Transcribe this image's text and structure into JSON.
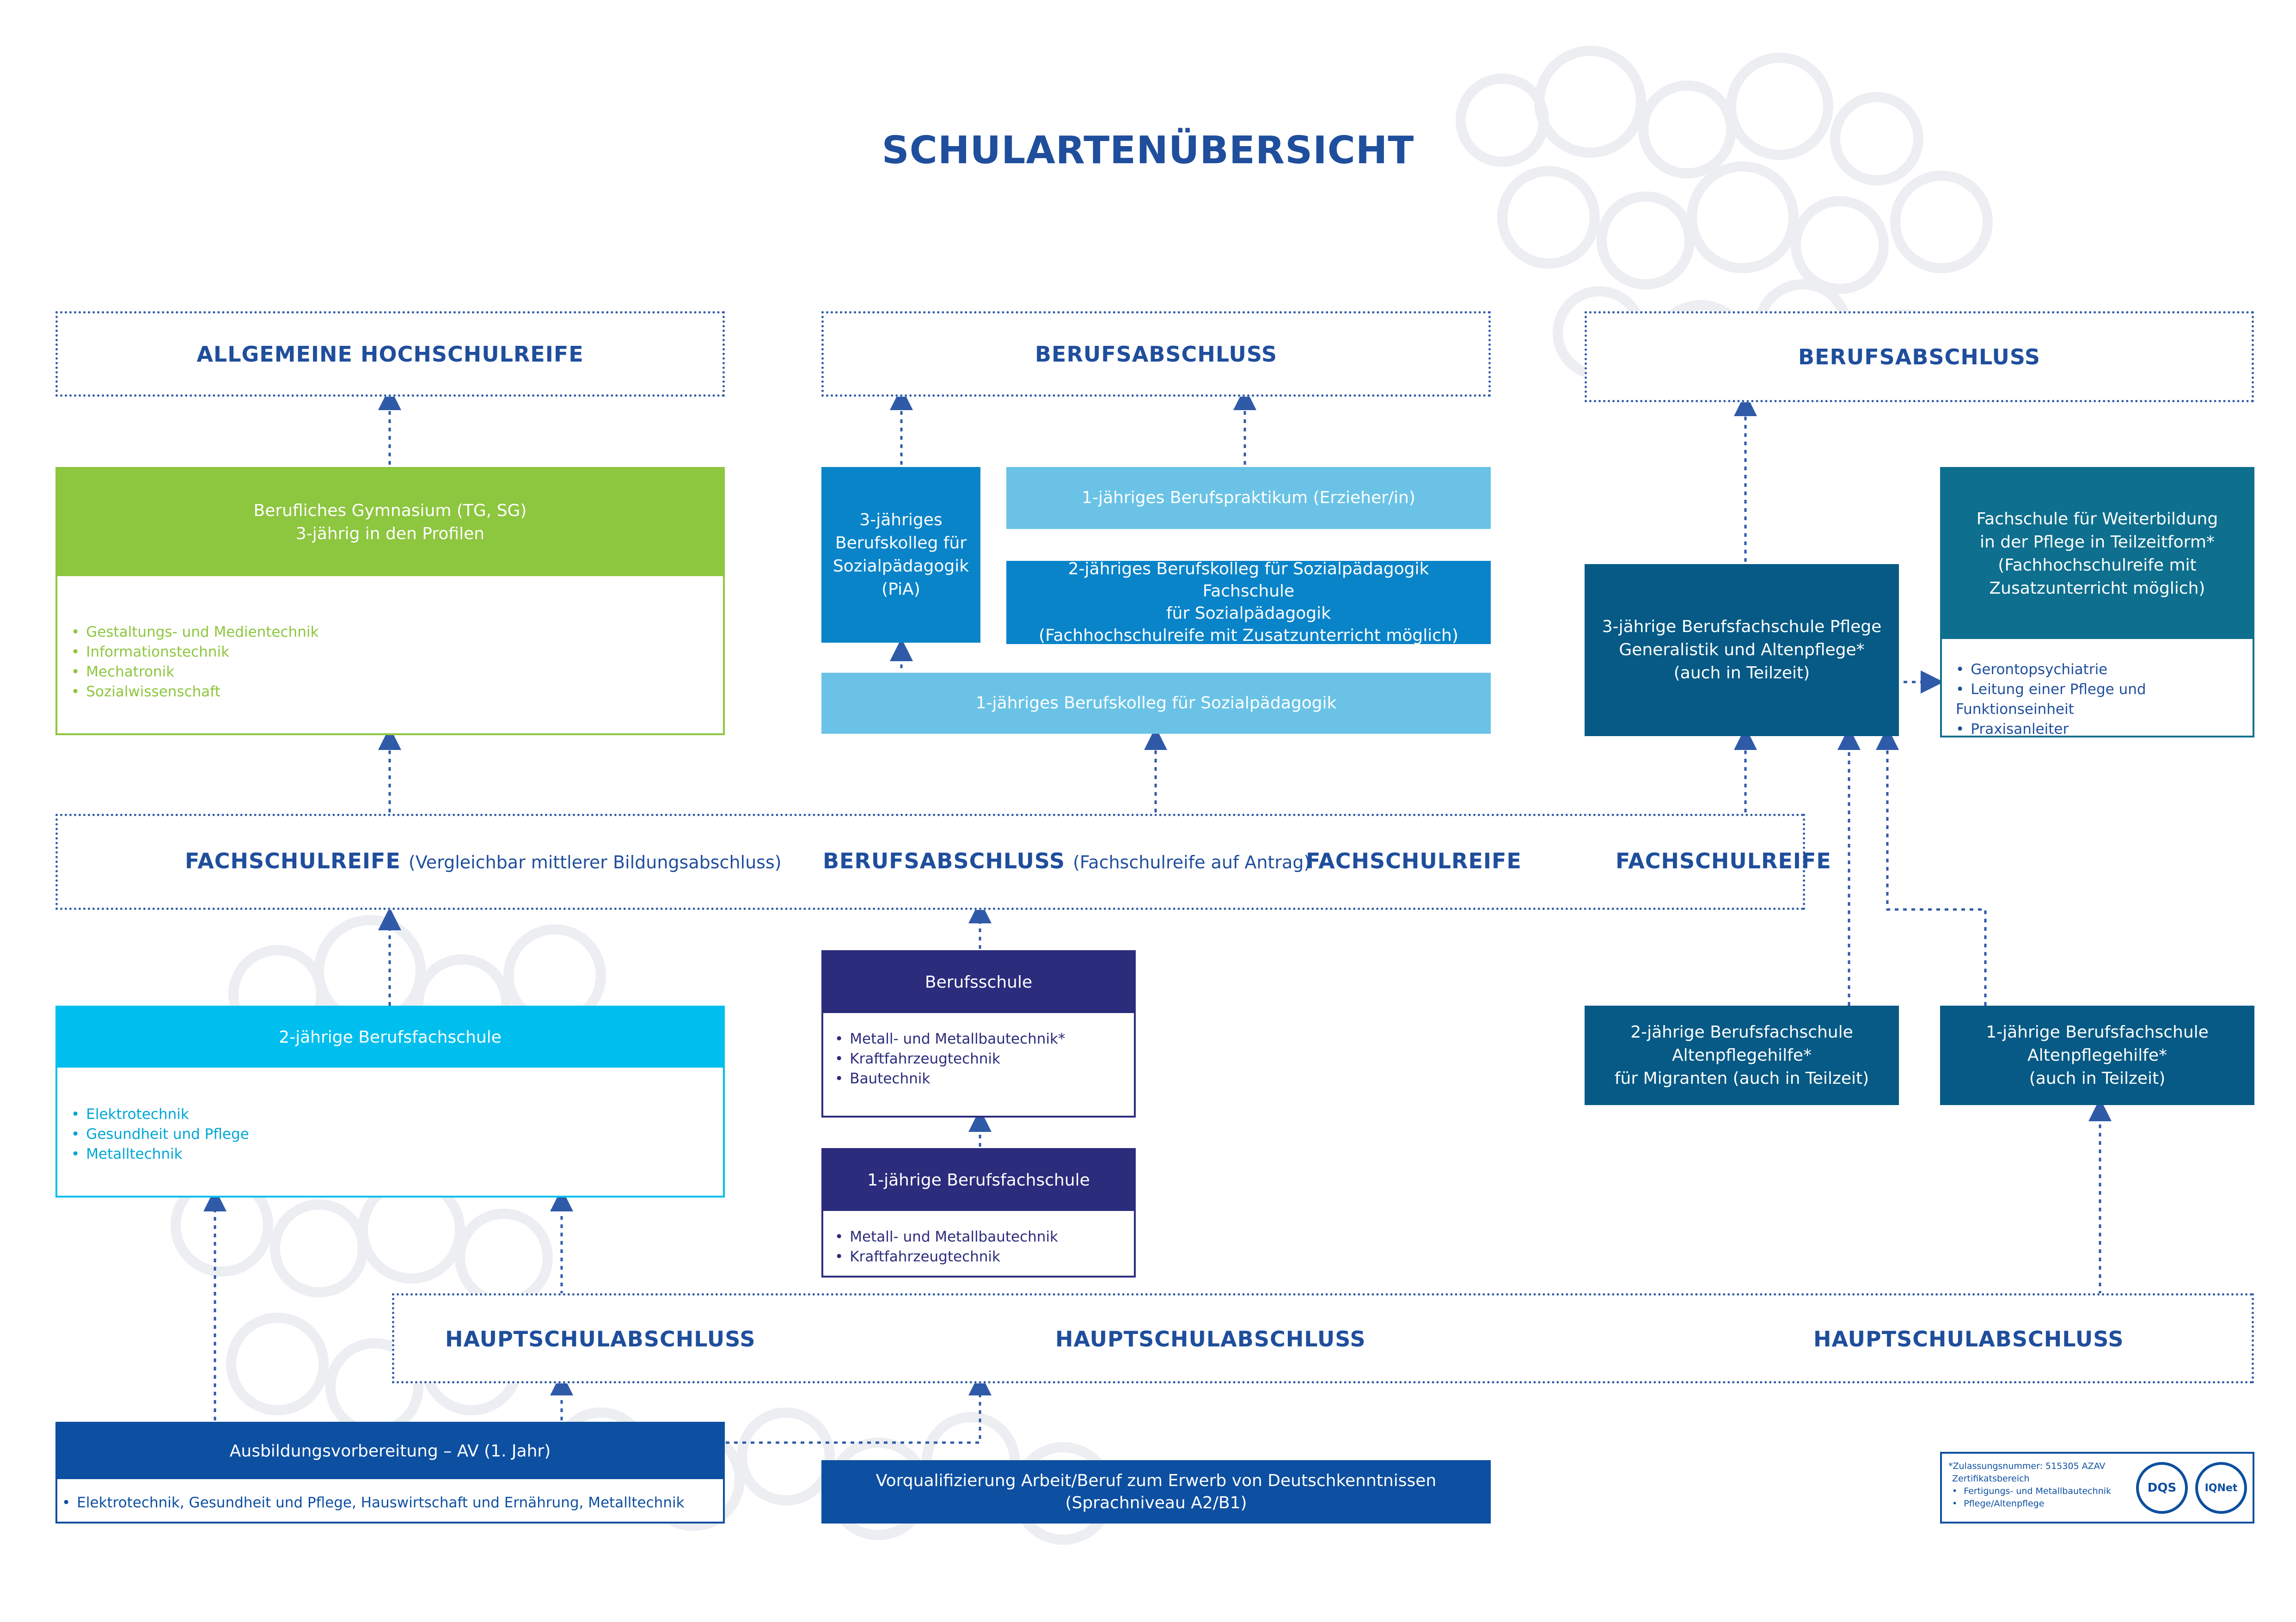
{
  "title": "SCHULARTENÜBERSICHT",
  "top_row": {
    "ahr": "ALLGEMEINE HOCHSCHULREIFE",
    "beruf_mid": "BERUFSABSCHLUSS",
    "beruf_right": "BERUFSABSCHLUSS"
  },
  "gymnasium": {
    "header": "Berufliches Gymnasium (TG, SG)\n3-jährig in den Profilen",
    "items": [
      "Gestaltungs- und Medientechnik",
      "Informationstechnik",
      "Mechatronik",
      "Sozialwissenschaft"
    ]
  },
  "pia": "3-jähriges\nBerufskolleg für\nSozialpädagogik\n(PiA)",
  "praktikum": "1-jähriges Berufspraktikum (Erzieher/in)",
  "bk2": "2-jähriges Berufskolleg für Sozialpädagogik Fachschule\nfür Sozialpädagogik\n(Fachhochschulreife mit Zusatzunterricht möglich)",
  "bk1": "1-jähriges Berufskolleg für Sozialpädagogik",
  "pflege3": "3-jährige Berufsfachschule Pflege\nGeneralistik und Altenpflege*\n(auch in Teilzeit)",
  "weiterbildung": {
    "header": "Fachschule für Weiterbildung\nin der Pflege in Teilzeitform*\n(Fachhochschulreife mit\nZusatzunterricht möglich)",
    "items": [
      "Gerontopsychiatrie",
      "Leitung einer Pflege und Funktionseinheit",
      "Praxisanleiter"
    ]
  },
  "middle_row": {
    "fsr1": "FACHSCHULREIFE",
    "fsr1_note": "(Vergleichbar mittlerer Bildungsabschluss)",
    "beruf": "BERUFSABSCHLUSS",
    "beruf_note": "(Fachschulreife auf Antrag)",
    "fsr2": "FACHSCHULREIFE",
    "fsr3": "FACHSCHULREIFE"
  },
  "bfs2": {
    "header": "2-jährige Berufsfachschule",
    "items": [
      "Elektrotechnik",
      "Gesundheit und Pflege",
      "Metalltechnik"
    ]
  },
  "berufsschule": {
    "header": "Berufsschule",
    "items": [
      "Metall- und Metallbautechnik*",
      "Kraftfahrzeugtechnik",
      "Bautechnik"
    ]
  },
  "bfs1": {
    "header": "1-jährige Berufsfachschule",
    "items": [
      "Metall- und Metallbautechnik",
      "Kraftfahrzeugtechnik"
    ]
  },
  "altenpflegehilfe2": "2-jährige Berufsfachschule\nAltenpflegehilfe*\nfür Migranten (auch in Teilzeit)",
  "altenpflegehilfe1": "1-jährige Berufsfachschule\nAltenpflegehilfe*\n(auch in Teilzeit)",
  "bottom_row": {
    "hsa1": "HAUPTSCHULABSCHLUSS",
    "hsa2": "HAUPTSCHULABSCHLUSS",
    "hsa3": "HAUPTSCHULABSCHLUSS"
  },
  "av": {
    "header": "Ausbildungsvorbereitung – AV  (1. Jahr)",
    "items": [
      "Elektrotechnik, Gesundheit und Pflege, Hauswirtschaft und Ernährung, Metalltechnik"
    ]
  },
  "vorqualifizierung": "Vorqualifizierung Arbeit/Beruf zum Erwerb von Deutschkenntnissen\n(Sprachniveau A2/B1)",
  "zertifikat": {
    "line1": "*Zulassungsnummer: 515305 AZAV",
    "line2": "Zertifikatsbereich",
    "items": [
      "Fertigungs- und Metallbautechnik",
      "Pflege/Altenpflege"
    ],
    "seal1": "DQS",
    "seal2": "IQNet"
  },
  "colors": {
    "title_blue": "#1f4e9c",
    "green": "#8dc63f",
    "cyan": "#00bfee",
    "mid_blue": "#0a84c9",
    "light_blue": "#6ac3e6",
    "navy": "#2b2c7c",
    "dark_teal": "#065a85",
    "teal": "#0e6f8e",
    "royal": "#0d4fa1"
  }
}
